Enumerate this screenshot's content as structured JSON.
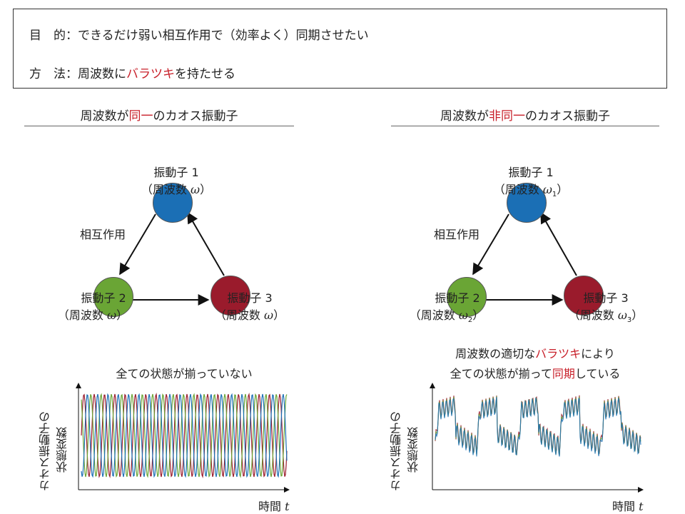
{
  "header_box": {
    "purpose_label": "目　的：",
    "purpose_text": "できるだけ弱い相互作用で（効率よく）同期させたい",
    "method_label": "方　法：",
    "method_pre": "周波数に",
    "method_highlight": "バラツキ",
    "method_post": "を持たせる"
  },
  "left_panel": {
    "title_pre": "周波数が",
    "title_highlight": "同一",
    "title_post": "のカオス振動子",
    "nodes": [
      {
        "name": "振動子 1",
        "freq_label": "（周波数 ",
        "freq_symbol": "ω",
        "freq_sub": "",
        "freq_close": "）",
        "color": "#1b6fb5"
      },
      {
        "name": "振動子 2",
        "freq_label": "（周波数 ",
        "freq_symbol": "ω",
        "freq_sub": "",
        "freq_close": "）",
        "color": "#6aa535"
      },
      {
        "name": "振動子 3",
        "freq_label": "（周波数 ",
        "freq_symbol": "ω",
        "freq_sub": "",
        "freq_close": "）",
        "color": "#9a1b2c"
      }
    ],
    "interaction_label": "相互作用",
    "plot_title": "全ての状態が揃っていない",
    "ylabel_line1": "カオス振動子の",
    "ylabel_line2": "状態変数",
    "xlabel": "時間",
    "xlabel_symbol": "t"
  },
  "right_panel": {
    "title_pre": "周波数が",
    "title_highlight": "非同一",
    "title_post": "のカオス振動子",
    "nodes": [
      {
        "name": "振動子 1",
        "freq_label": "（周波数 ",
        "freq_symbol": "ω",
        "freq_sub": "1",
        "freq_close": "）",
        "color": "#1b6fb5"
      },
      {
        "name": "振動子 2",
        "freq_label": "（周波数 ",
        "freq_symbol": "ω",
        "freq_sub": "2",
        "freq_close": "）",
        "color": "#6aa535"
      },
      {
        "name": "振動子 3",
        "freq_label": "（周波数 ",
        "freq_symbol": "ω",
        "freq_sub": "3",
        "freq_close": "）",
        "color": "#9a1b2c"
      }
    ],
    "interaction_label": "相互作用",
    "plot_title_line1_pre": "周波数の適切な",
    "plot_title_line1_highlight": "バラツキ",
    "plot_title_line1_post": "により",
    "plot_title_line2_pre": "全ての状態が揃って",
    "plot_title_line2_highlight": "同期",
    "plot_title_line2_post": "している",
    "ylabel_line1": "カオス振動子の",
    "ylabel_line2": "状態変数",
    "xlabel": "時間",
    "xlabel_symbol": "t"
  },
  "colors": {
    "highlight": "#c8202a",
    "osc1": "#1b6fb5",
    "osc2": "#6aa535",
    "osc3": "#9a1b2c"
  }
}
